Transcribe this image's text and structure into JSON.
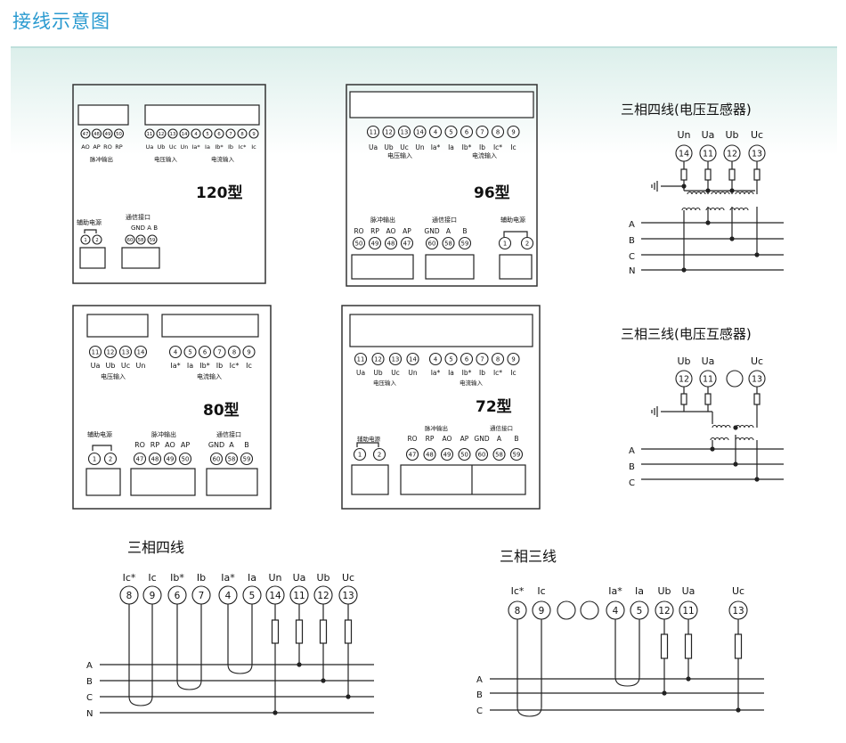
{
  "header": {
    "title": "接线示意图"
  },
  "meters": [
    {
      "model": "120型",
      "aux_power": "辅助电源",
      "comm": "通信接口",
      "pulse": "脉冲输出",
      "voltage_in": "电压输入",
      "current_in": "电流输入"
    },
    {
      "model": "96型",
      "aux_power": "辅助电源",
      "comm": "通信接口",
      "pulse": "脉冲输出",
      "voltage_in": "电压输入",
      "current_in": "电流输入"
    },
    {
      "model": "80型",
      "aux_power": "辅助电源",
      "comm": "通信接口",
      "pulse": "脉冲输出",
      "voltage_in": "电压输入",
      "current_in": "电流输入"
    },
    {
      "model": "72型",
      "aux_power": "辅助电源",
      "comm": "通信接口",
      "pulse": "脉冲输出",
      "voltage_in": "电压输入",
      "current_in": "电流输入"
    }
  ],
  "pt_diagrams": {
    "four_wire_title": "三相四线(电压互感器)",
    "three_wire_title": "三相三线(电压互感器)"
  },
  "bottom_diagrams": {
    "four_wire_title": "三相四线",
    "three_wire_title": "三相三线"
  },
  "phases": [
    "A",
    "B",
    "C",
    "N"
  ]
}
